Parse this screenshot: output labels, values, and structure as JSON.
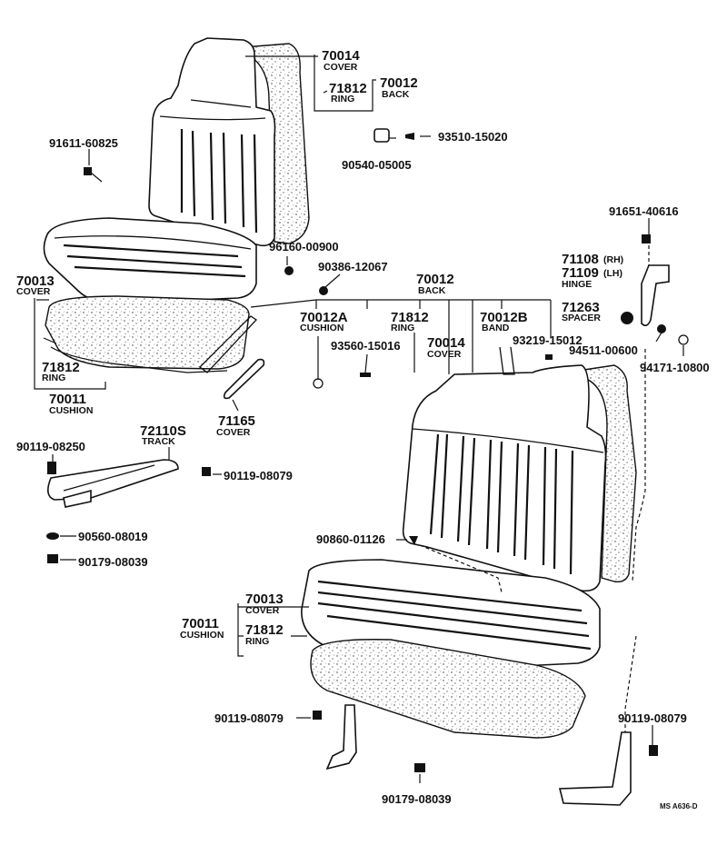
{
  "callouts": {
    "c70014_top": {
      "num": "70014",
      "name": "COVER"
    },
    "c70012_top": {
      "num": "70012",
      "name": "BACK"
    },
    "c71812_top": {
      "num": "71812",
      "name": "RING"
    },
    "c93510": {
      "num": "93510-15020"
    },
    "c90540": {
      "num": "90540-05005"
    },
    "c91611": {
      "num": "91611-60825"
    },
    "c96160": {
      "num": "96160-00900"
    },
    "c90386": {
      "num": "90386-12067"
    },
    "c70013_left": {
      "num": "70013",
      "name": "COVER"
    },
    "c71812_left": {
      "num": "71812",
      "name": "RING"
    },
    "c70011_left": {
      "num": "70011",
      "name": "CUSHION"
    },
    "c71165": {
      "num": "71165",
      "name": "COVER"
    },
    "c70012_mid": {
      "num": "70012",
      "name": "BACK"
    },
    "c70012A": {
      "num": "70012A",
      "name": "CUSHION"
    },
    "c71812_mid": {
      "num": "71812",
      "name": "RING"
    },
    "c70012B": {
      "num": "70012B",
      "name": "BAND"
    },
    "c70014_mid": {
      "num": "70014",
      "name": "COVER"
    },
    "c93560": {
      "num": "93560-15016"
    },
    "c93219": {
      "num": "93219-15012"
    },
    "c91651": {
      "num": "91651-40616"
    },
    "c71108": {
      "num": "71108",
      "side": "(RH)"
    },
    "c71109": {
      "num": "71109",
      "side": "(LH)",
      "name": "HINGE"
    },
    "c71263": {
      "num": "71263",
      "name": "SPACER"
    },
    "c94511": {
      "num": "94511-00600"
    },
    "c94171": {
      "num": "94171-10800"
    },
    "c72110S": {
      "num": "72110S",
      "name": "TRACK"
    },
    "c90119_08250": {
      "num": "90119-08250"
    },
    "c90119_08079_track": {
      "num": "90119-08079"
    },
    "c90560": {
      "num": "90560-08019"
    },
    "c90179_left": {
      "num": "90179-08039"
    },
    "c90860": {
      "num": "90860-01126"
    },
    "c70013_bottom": {
      "num": "70013",
      "name": "COVER"
    },
    "c70011_bottom": {
      "num": "70011",
      "name": "CUSHION"
    },
    "c71812_bottom": {
      "num": "71812",
      "name": "RING"
    },
    "c90119_08079_bl": {
      "num": "90119-08079"
    },
    "c90119_08079_br": {
      "num": "90119-08079"
    },
    "c90179_bottom": {
      "num": "90179-08039"
    }
  },
  "footer_code": "MS A636-D"
}
